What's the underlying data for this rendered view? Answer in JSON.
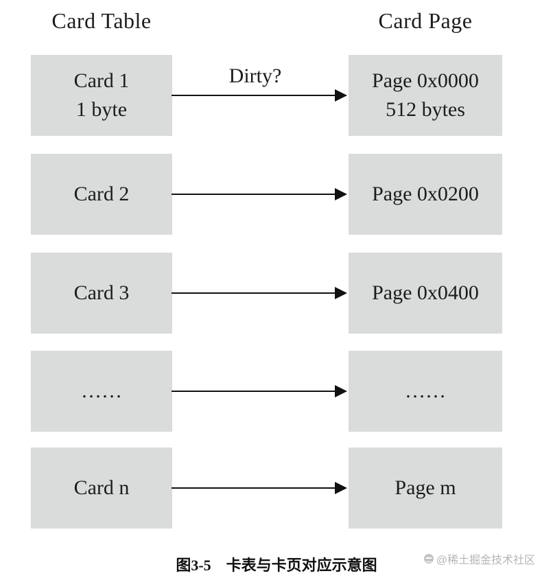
{
  "diagram": {
    "left_header": "Card Table",
    "right_header": "Card Page",
    "rows": [
      {
        "left_line1": "Card 1",
        "left_line2": "1 byte",
        "arrow_label": "Dirty?",
        "right_line1": "Page 0x0000",
        "right_line2": "512 bytes"
      },
      {
        "left_line1": "Card 2",
        "right_line1": "Page 0x0200"
      },
      {
        "left_line1": "Card 3",
        "right_line1": "Page 0x0400"
      },
      {
        "left_line1": "……",
        "right_line1": "……"
      },
      {
        "left_line1": "Card n",
        "right_line1": "Page m"
      }
    ],
    "caption": "图3-5　卡表与卡页对应示意图",
    "watermark": "@稀土掘金技术社区",
    "colors": {
      "box_fill": "#d9dcda",
      "arrow": "#111111",
      "watermark_text": "#b5b5b5"
    }
  }
}
